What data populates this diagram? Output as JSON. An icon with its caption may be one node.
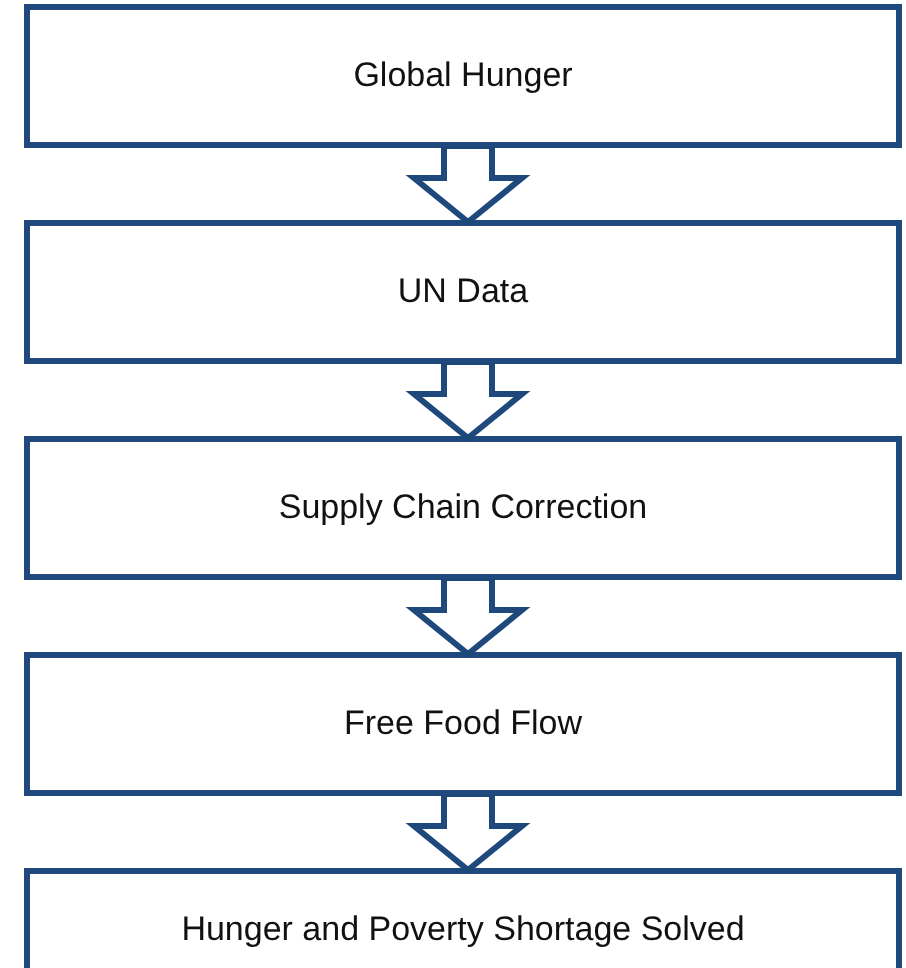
{
  "diagram": {
    "nodes": [
      {
        "text": [
          "Global Hunger"
        ]
      },
      {
        "text": [
          "UN Data"
        ]
      },
      {
        "text": [
          "Supply Chain Correction"
        ]
      },
      {
        "text": [
          "Free Food Flow"
        ]
      },
      {
        "text": [
          "Hunger and Poverty Shortage Solved"
        ]
      }
    ],
    "edges": [
      {
        "from": 0,
        "to": 1,
        "arrow": "to"
      },
      {
        "from": 1,
        "to": 2,
        "arrow": "to"
      },
      {
        "from": 2,
        "to": 3,
        "arrow": "to"
      },
      {
        "from": 3,
        "to": 4,
        "arrow": "to"
      }
    ]
  }
}
